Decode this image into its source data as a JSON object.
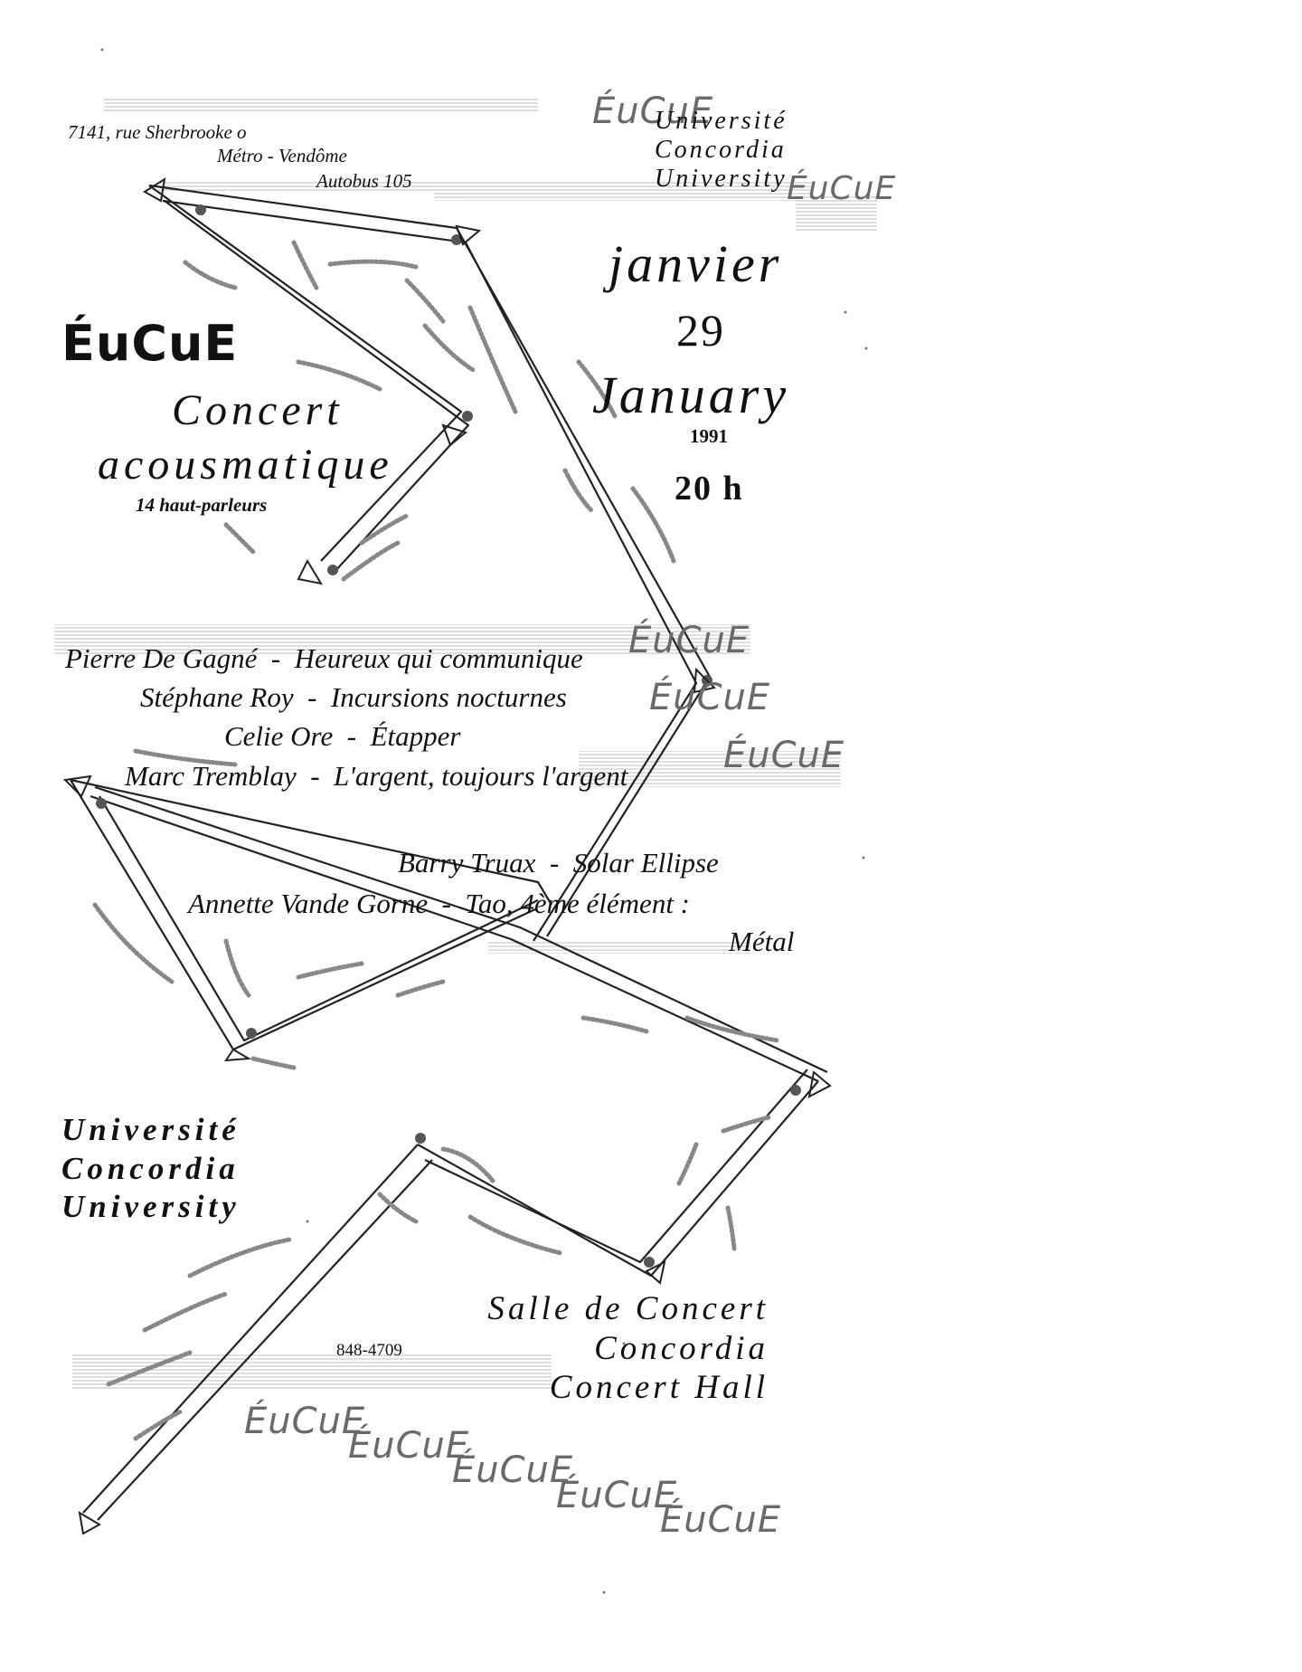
{
  "address": {
    "street": "7141, rue Sherbrooke o",
    "metro": "Métro - Vendôme",
    "bus": "Autobus 105"
  },
  "university_top": [
    "Université",
    "Concordia",
    "University"
  ],
  "date": {
    "month_fr": "janvier",
    "day": "29",
    "month_en": "January",
    "year": "1991",
    "time": "20 h"
  },
  "event": {
    "logo": "ÉuCuE",
    "title_line1": "Concert",
    "title_line2": "acousmatique",
    "speakers": "14 haut-parleurs"
  },
  "program": [
    {
      "composer": "Pierre De Gagné",
      "separator": "-",
      "work": "Heureux qui communique"
    },
    {
      "composer": "Stéphane Roy",
      "separator": "-",
      "work": "Incursions nocturnes"
    },
    {
      "composer": "Celie Ore",
      "separator": "-",
      "work": "Étapper"
    },
    {
      "composer": "Marc Tremblay",
      "separator": "-",
      "work": "L'argent, toujours l'argent"
    },
    {
      "composer": "Barry Truax",
      "separator": "-",
      "work": "Solar Ellipse"
    },
    {
      "composer": "Annette Vande Gorne",
      "separator": "-",
      "work": "Tao, 4ème élément :"
    }
  ],
  "program_continuation": "Métal",
  "university_bottom": [
    "Université",
    "Concordia",
    "University"
  ],
  "venue": [
    "Salle de Concert",
    "Concordia",
    "Concert Hall"
  ],
  "phone": "848-4709",
  "ghost_logos": [
    "ÉuCuE",
    "ÉuCuE",
    "ÉuCuE",
    "ÉuCuE",
    "ÉuCuE",
    "ÉuCuE",
    "ÉuCuE",
    "ÉuCuE",
    "ÉuCuE",
    "ÉuCuE"
  ],
  "colors": {
    "ink": "#111111",
    "ghost": "#6a6a6a",
    "paper": "#ffffff"
  }
}
